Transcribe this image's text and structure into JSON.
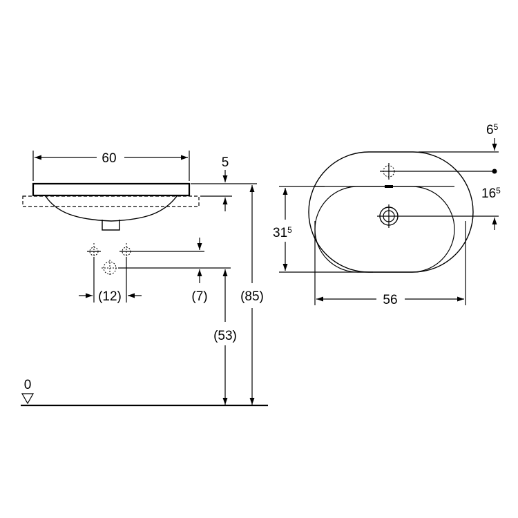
{
  "colors": {
    "line": "#000000",
    "background": "#ffffff"
  },
  "side_view": {
    "width_label": "60",
    "rim_label": "5",
    "tap_spacing_label": "(12)",
    "tap_offset_label": "(7)",
    "drain_height_label": "(53)",
    "total_height_label": "(85)",
    "floor_label": "0"
  },
  "top_view": {
    "tap_offset_label": "6",
    "tap_offset_sup": "5",
    "drain_offset_label": "16",
    "drain_offset_sup": "5",
    "depth_label": "31",
    "depth_sup": "5",
    "width_label": "56"
  }
}
